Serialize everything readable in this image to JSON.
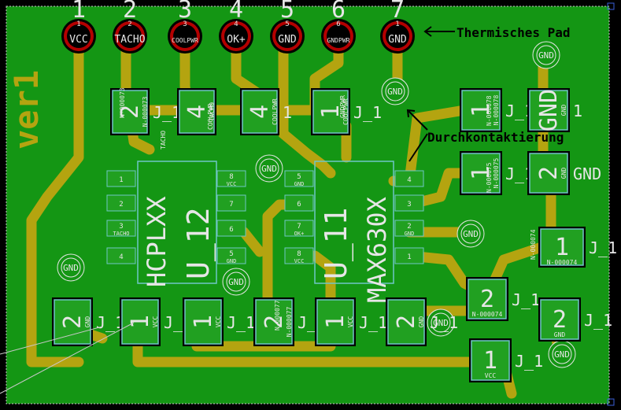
{
  "colors": {
    "board": "#149614",
    "trace": "#b4a410",
    "pad": "#21a021",
    "pad_outline": "#6fc6c6",
    "silk": "#e6e6e6",
    "annotation": "#000000",
    "copper": "#b40000"
  },
  "board_label": "ver1",
  "connector": {
    "top_silk": [
      "1",
      "2",
      "3",
      "4",
      "5",
      "6",
      "7"
    ],
    "pins": [
      {
        "label": "VCC",
        "num": "1"
      },
      {
        "label": "TACHO",
        "num": "2"
      },
      {
        "label": "COOLPWR",
        "num": "3"
      },
      {
        "label": "OK+",
        "num": "4"
      },
      {
        "label": "GND",
        "num": "5"
      },
      {
        "label": "GNDPWR",
        "num": "6"
      },
      {
        "label": "GND",
        "num": "1"
      }
    ]
  },
  "annotations": {
    "thermal_pad": "Thermisches Pad",
    "via": "Durchkontaktierung"
  },
  "ic_left": {
    "ref": "U_12",
    "value": "HCPLXX",
    "pins_left": [
      {
        "num": "1",
        "net": ""
      },
      {
        "num": "2",
        "net": ""
      },
      {
        "num": "3",
        "net": "TACHO"
      },
      {
        "num": "4",
        "net": ""
      }
    ],
    "pins_right": [
      {
        "num": "8",
        "net": "VCC"
      },
      {
        "num": "7",
        "net": ""
      },
      {
        "num": "6",
        "net": ""
      },
      {
        "num": "5",
        "net": "GND"
      }
    ]
  },
  "ic_right": {
    "ref": "U_11",
    "value": "MAX630X",
    "pins_left": [
      {
        "num": "5",
        "net": "GND"
      },
      {
        "num": "6",
        "net": ""
      },
      {
        "num": "7",
        "net": "OK+"
      },
      {
        "num": "8",
        "net": "VCC"
      }
    ],
    "pins_right": [
      {
        "num": "4",
        "net": ""
      },
      {
        "num": "3",
        "net": ""
      },
      {
        "num": "2",
        "net": "GND"
      },
      {
        "num": "1",
        "net": ""
      }
    ]
  },
  "top_pads": [
    {
      "num": "2",
      "net": "N-000073",
      "ref": "J_1"
    },
    {
      "num": "4",
      "net": "TACHO",
      "ref": ""
    },
    {
      "num": "4",
      "net": "COOLPWR",
      "ref": "1"
    },
    {
      "num": "1",
      "net": "COOLPWR",
      "ref": "J_1"
    },
    {
      "num": "4",
      "net": "GNDPWR",
      "ref": "J_1"
    }
  ],
  "right_pads": [
    {
      "num": "1",
      "net": "N-000078",
      "ref": "J_1"
    },
    {
      "num": "GND",
      "net": "GND",
      "ref": "1"
    },
    {
      "num": "1",
      "net": "N-000075",
      "ref": "J_1"
    },
    {
      "num": "2",
      "net": "GND",
      "ref": "GND"
    },
    {
      "num": "1",
      "net": "N-000074",
      "ref": "J_1"
    },
    {
      "num": "2",
      "net": "N-000074",
      "ref": "J_1"
    },
    {
      "num": "2",
      "net": "GND",
      "ref": "J_1"
    },
    {
      "num": "1",
      "net": "VCC",
      "ref": "J_1"
    }
  ],
  "bottom_pads": [
    {
      "num": "2",
      "net": "GND",
      "ref": "J_1"
    },
    {
      "num": "1",
      "net": "VCC",
      "ref": "J_1"
    },
    {
      "num": "1",
      "net": "VCC",
      "ref": "J_1"
    },
    {
      "num": "2",
      "net": "N-000077",
      "ref": "J_1"
    },
    {
      "num": "1",
      "net": "VCC",
      "ref": "J_1"
    },
    {
      "num": "2",
      "net": "GND",
      "ref": "J_1"
    }
  ],
  "vertical_net_labels": [
    "N-000077",
    "N-000073",
    "TACHO",
    "COOLPWR",
    "GNDPWR",
    "N-000078",
    "N-000075",
    "N-000074"
  ],
  "via_label": "GND"
}
